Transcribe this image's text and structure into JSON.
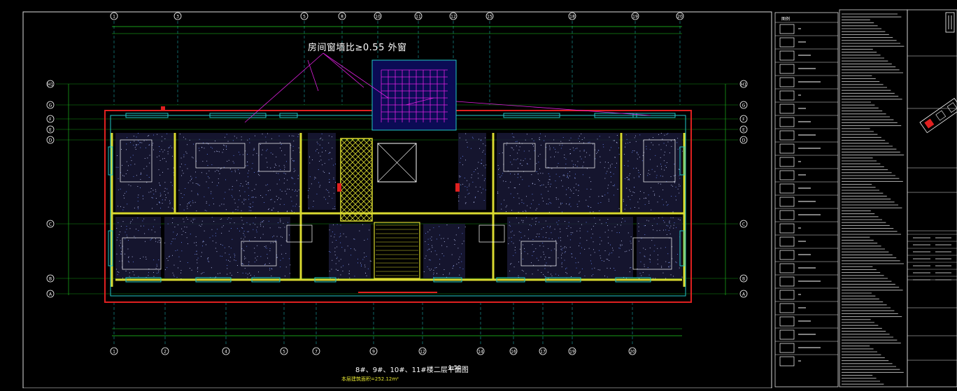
{
  "drawing": {
    "annotation_text": "房间窗墙比≥0.55 外窗",
    "plan_title": "8#、9#、10#、11#楼二层平面图",
    "plan_scale": "1:50",
    "area_text": "本层建筑面积=252.12m²",
    "grid_top": [
      "1",
      "3",
      "5",
      "8",
      "10",
      "11",
      "12",
      "15",
      "18",
      "19",
      "20"
    ],
    "grid_bottom": [
      "1",
      "2",
      "4",
      "5",
      "7",
      "9",
      "12",
      "14",
      "16",
      "17",
      "19",
      "20"
    ],
    "grid_left": [
      "H1",
      "G",
      "F",
      "E",
      "D",
      "C",
      "B",
      "A"
    ],
    "colors": {
      "wall": "#d9d930",
      "gridline": "#1fcf1f",
      "axis": "#21c7c7",
      "outline": "#e02020",
      "leader": "#e020e0"
    }
  },
  "sidebar": {
    "legend_title": "图例"
  }
}
